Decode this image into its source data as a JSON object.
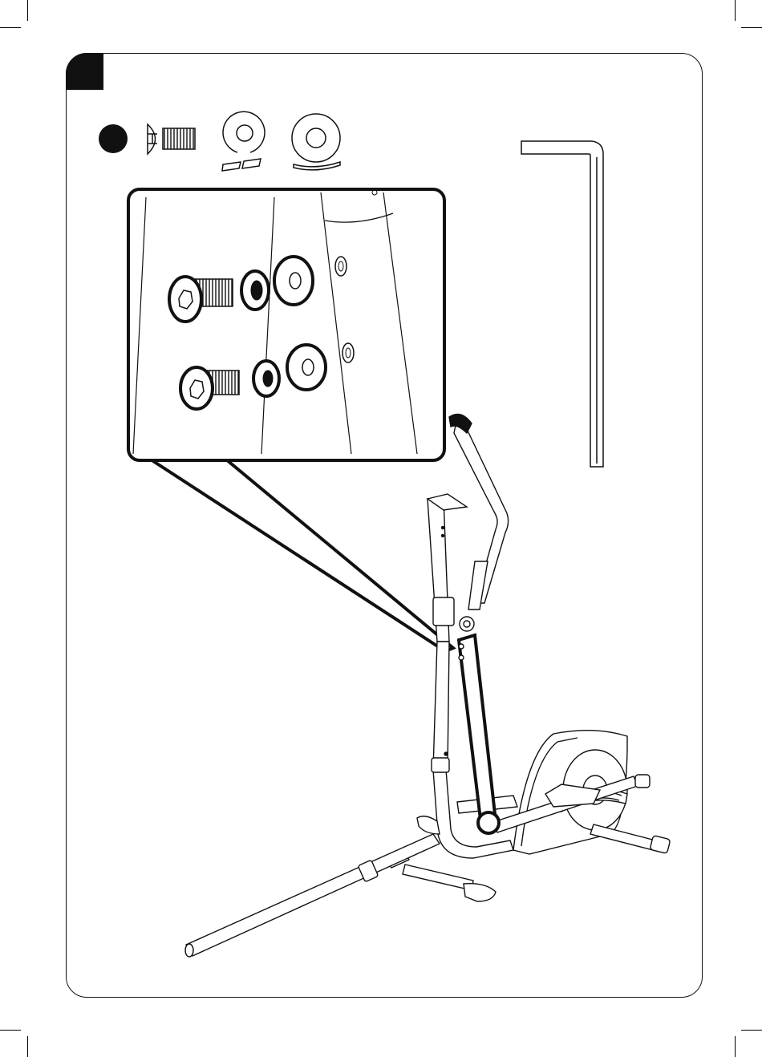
{
  "page": {
    "step_number": "",
    "hardware_marker": ""
  },
  "hardware": [
    {
      "name": "button-head-hex-bolt",
      "icon": "bolt-icon",
      "quantity": ""
    },
    {
      "name": "spring-lock-washer",
      "icon": "split-washer-icon",
      "quantity": ""
    },
    {
      "name": "flat-washer",
      "icon": "flat-washer-icon",
      "quantity": ""
    }
  ],
  "tools": [
    {
      "name": "allen-key",
      "icon": "allen-key-icon"
    }
  ],
  "colors": {
    "ink": "#111111",
    "paper": "#ffffff"
  }
}
